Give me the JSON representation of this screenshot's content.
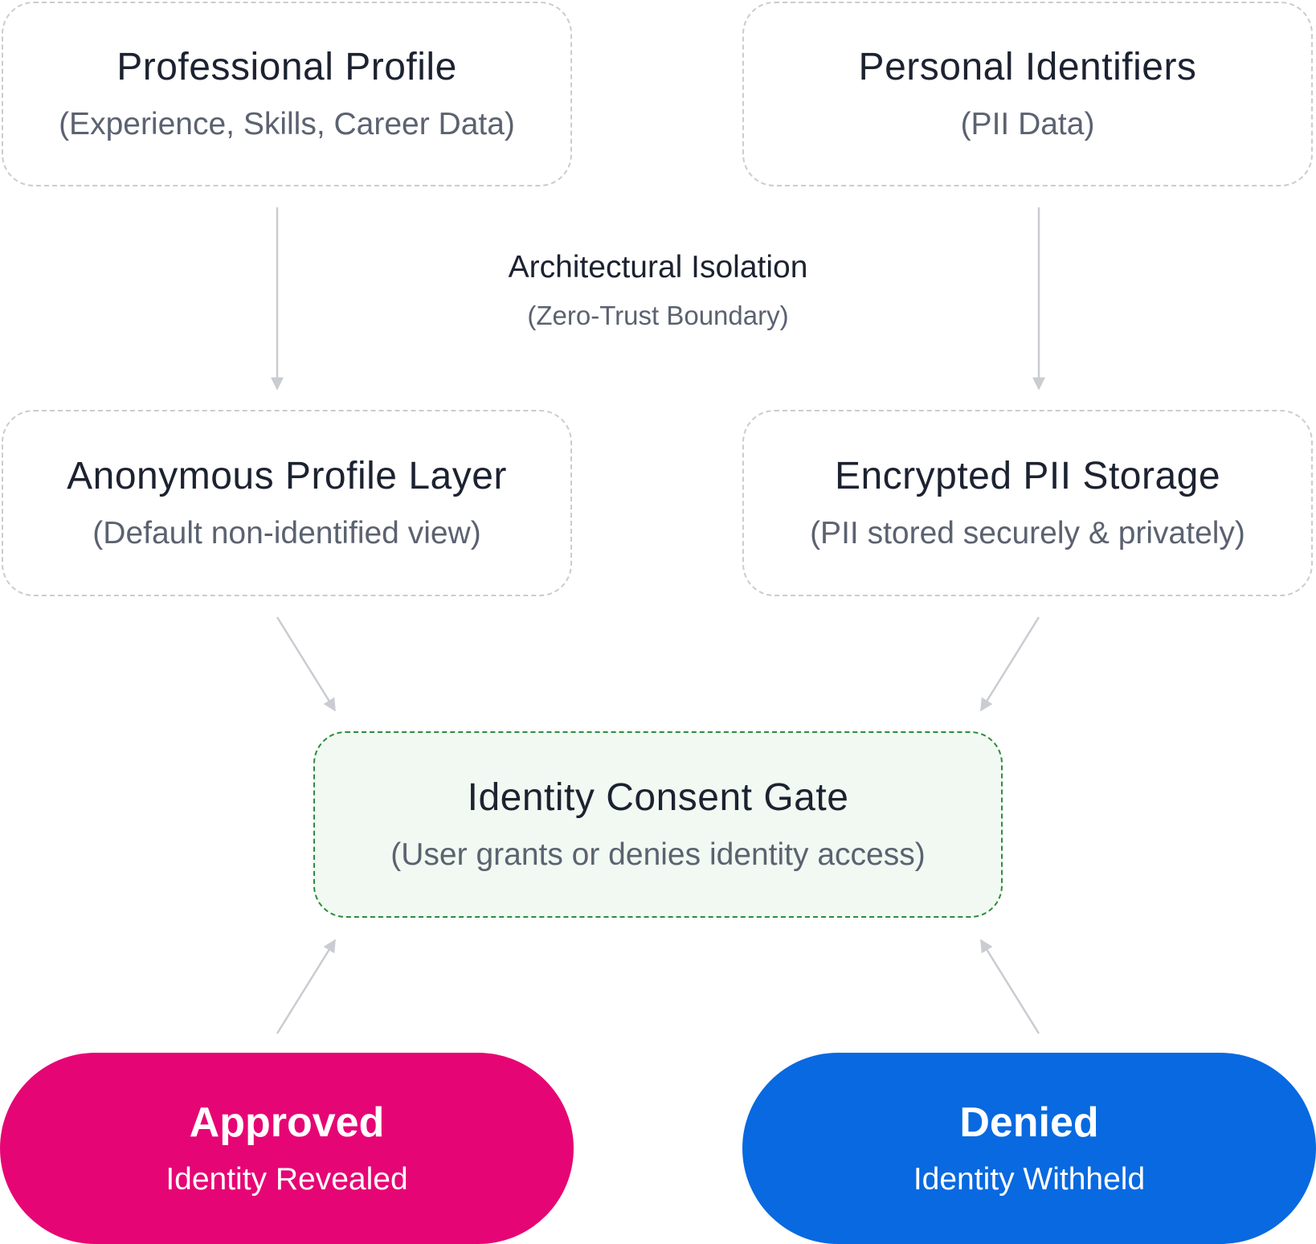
{
  "nodes": {
    "professional_profile": {
      "title": "Professional Profile",
      "subtitle": "(Experience, Skills, Career Data)"
    },
    "personal_identifiers": {
      "title": "Personal Identifiers",
      "subtitle": "(PII Data)"
    },
    "isolation_label": {
      "title": "Architectural Isolation",
      "subtitle": "(Zero-Trust Boundary)"
    },
    "anonymous_profile_layer": {
      "title": "Anonymous Profile Layer",
      "subtitle": "(Default non-identified view)"
    },
    "encrypted_pii_storage": {
      "title": "Encrypted PII Storage",
      "subtitle": "(PII stored securely & privately)"
    },
    "identity_consent_gate": {
      "title": "Identity Consent Gate",
      "subtitle": "(User grants or denies identity access)"
    },
    "approved": {
      "title": "Approved",
      "subtitle": "Identity Revealed"
    },
    "denied": {
      "title": "Denied",
      "subtitle": "Identity Withheld"
    }
  },
  "edges": [
    {
      "from": "professional_profile",
      "to": "anonymous_profile_layer"
    },
    {
      "from": "personal_identifiers",
      "to": "encrypted_pii_storage"
    },
    {
      "from": "anonymous_profile_layer",
      "to": "identity_consent_gate"
    },
    {
      "from": "encrypted_pii_storage",
      "to": "identity_consent_gate"
    },
    {
      "from": "approved",
      "to": "identity_consent_gate"
    },
    {
      "from": "denied",
      "to": "identity_consent_gate"
    }
  ],
  "colors": {
    "box_border": "#c9ccd1",
    "gate_border": "#2e8b3e",
    "gate_fill": "#f1f9f2",
    "approved_fill": "#e60574",
    "denied_fill": "#0869e0",
    "arrow": "#c9ccd1",
    "title_text": "#1c2230",
    "subtitle_text": "#5b6270"
  }
}
